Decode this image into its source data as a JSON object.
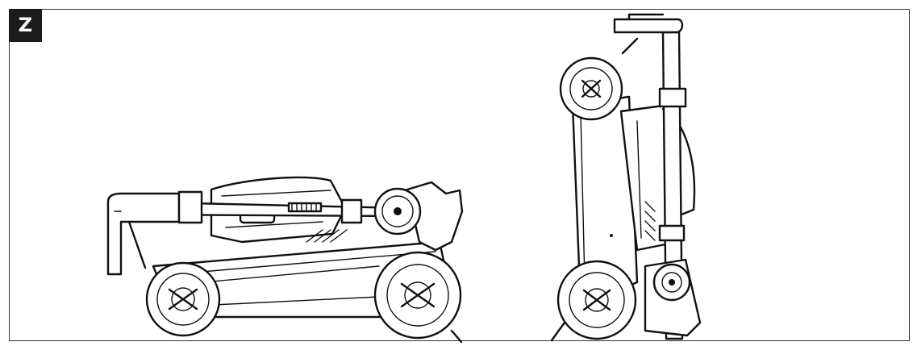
{
  "figure": {
    "label": "Z"
  },
  "icons": {
    "left": "lawn-mower-folded-side-view",
    "right": "lawn-mower-upright-storage-view"
  }
}
